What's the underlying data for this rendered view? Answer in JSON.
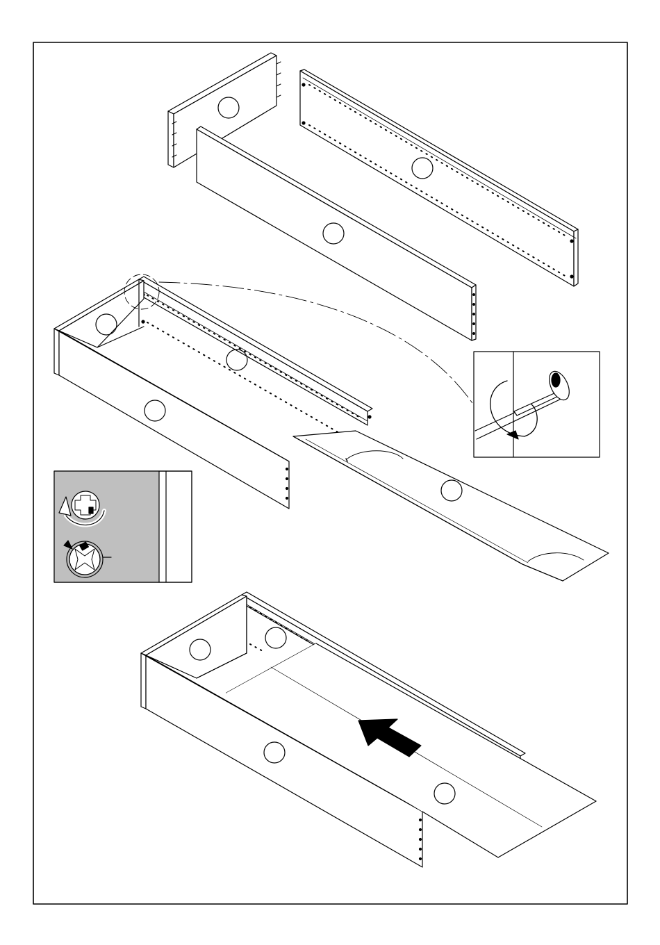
{
  "page": {
    "kind": "assembly-instruction-sheet",
    "ink_color": "#000000",
    "paper_color": "#ffffff",
    "panel_shade_color": "#bfbfbf"
  },
  "steps": [
    {
      "id": "step-1",
      "description_icons": [
        "side-panel",
        "back-panel",
        "front-panel"
      ]
    },
    {
      "id": "step-2",
      "description_icons": [
        "drawer-frame",
        "bottom-panel",
        "screwdriver-detail",
        "cam-lock-detail"
      ]
    },
    {
      "id": "step-3",
      "description_icons": [
        "drawer-frame",
        "bottom-panel",
        "push-arrow-icon"
      ]
    }
  ]
}
